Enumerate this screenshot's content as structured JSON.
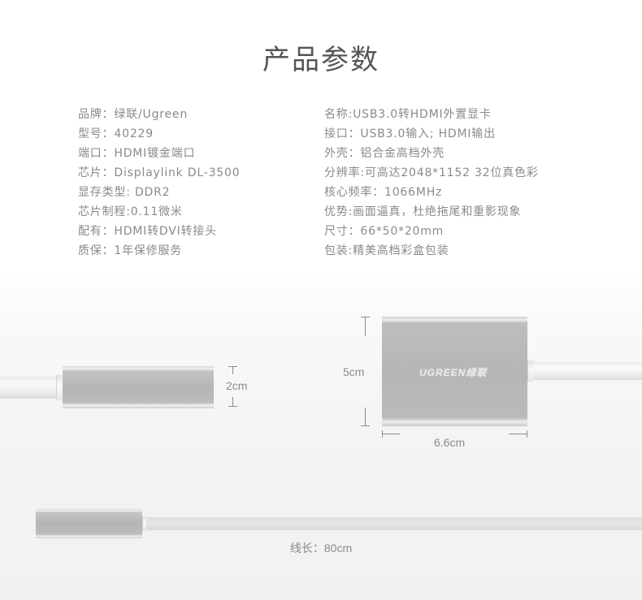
{
  "page": {
    "title": "产品参数"
  },
  "specs": {
    "left": [
      "品牌：绿联/Ugreen",
      "型号：40229",
      "端口：HDMI镀金端口",
      "芯片：Displaylink DL-3500",
      "显存类型: DDR2",
      "芯片制程:0.11微米",
      "配有：HDMI转DVI转接头",
      "质保：1年保修服务"
    ],
    "right": [
      "名称:USB3.0转HDMI外置显卡",
      "接口：USB3.0输入; HDMI输出",
      "外壳：铝合金高档外壳",
      "分辨率:可高达2048*1152 32位真色彩",
      "核心频率：1066MHz",
      "优势:画面逼真，杜绝拖尾和重影现象",
      "尺寸：66*50*20mm",
      "包装:精美高档彩盒包装"
    ]
  },
  "dimensions": {
    "side_height": "2cm",
    "top_height": "5cm",
    "top_width": "6.6cm",
    "cable_length": "线长：80cm"
  },
  "product": {
    "logo_text": "UGREEN绿联"
  },
  "colors": {
    "title": "#555555",
    "text": "#8a8a8a",
    "aluminum": "#b8b8b8",
    "cable": "#f0f0f0"
  }
}
